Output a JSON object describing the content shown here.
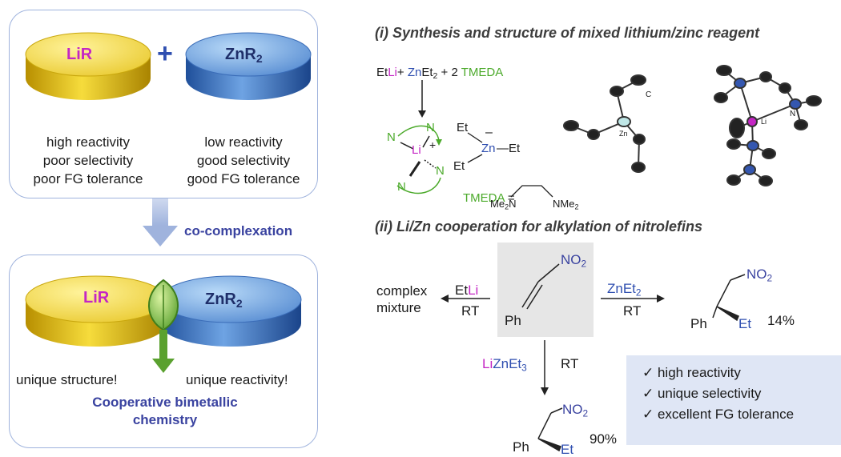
{
  "colors": {
    "li": "#c426c4",
    "zn": "#2f4fb0",
    "tmeda": "#4caa2b",
    "panel_border": "#9fb3dd",
    "accent_text": "#3a43a0",
    "gold": "#e9cc2a",
    "blue_disc": "#4f82c8",
    "green_leaf": "#5aa12f",
    "gray_box": "#e6e6e6",
    "check_box": "#dfe6f5"
  },
  "left_panel": {
    "top": {
      "disc_left": {
        "formula_main": "LiR",
        "formula_sub": ""
      },
      "plus": "+",
      "disc_right": {
        "formula_main": "ZnR",
        "formula_sub": "2"
      },
      "left_props": [
        "high reactivity",
        "poor selectivity",
        "poor FG tolerance"
      ],
      "right_props": [
        "low reactivity",
        "good selectivity",
        "good FG tolerance"
      ]
    },
    "arrow_label": "co-complexation",
    "bottom": {
      "disc_left": {
        "formula_main": "LiR",
        "formula_sub": ""
      },
      "disc_right": {
        "formula_main": "ZnR",
        "formula_sub": "2"
      },
      "left_caption": "unique structure!",
      "right_caption": "unique reactivity!",
      "conclusion_line1": "Cooperative bimetallic",
      "conclusion_line2": "chemistry"
    }
  },
  "section_i": {
    "title": "(i) Synthesis and structure of mixed lithium/zinc reagent",
    "reaction": {
      "et": "Et",
      "li": "Li",
      "plus1": "+ ",
      "zn": "Zn",
      "et2": "Et",
      "sub2": "2",
      "plus2": " + 2 ",
      "tmeda": "TMEDA"
    },
    "complex": {
      "n1": "N",
      "n2": "N",
      "n3": "N",
      "n4": "N",
      "li": "Li",
      "plus": "+",
      "et_top": "Et",
      "minus": "–",
      "zn": "Zn",
      "et_right": "—Et",
      "et_bottom": "Et"
    },
    "tmeda_def": {
      "label": "TMEDA",
      "eq": " = ",
      "left": "Me",
      "left_sub": "2",
      "left_n": "N",
      "right": "NMe",
      "right_sub": "2"
    },
    "crystal_labels": {
      "c": "C",
      "zn": "Zn",
      "li": "Li",
      "n": "N"
    }
  },
  "section_ii": {
    "title": "(ii) Li/Zn cooperation for alkylation of nitrolefins",
    "substrate": {
      "no2": "NO",
      "no2_sub": "2",
      "ph": "Ph"
    },
    "left_reaction": {
      "reagent_et": "Et",
      "reagent_li": "Li",
      "cond": "RT",
      "product_line1": "complex",
      "product_line2": "mixture"
    },
    "right_reaction": {
      "reagent": "ZnEt",
      "reagent_sub": "2",
      "cond": "RT",
      "no2": "NO",
      "no2_sub": "2",
      "ph": "Ph",
      "et": "Et",
      "yield": "14%"
    },
    "down_reaction": {
      "reagent_li": "Li",
      "reagent_zn": "ZnEt",
      "reagent_sub": "3",
      "cond": "RT",
      "no2": "NO",
      "no2_sub": "2",
      "ph": "Ph",
      "et": "Et",
      "yield": "90%"
    },
    "advantages": [
      "✓  high reactivity",
      "✓  unique selectivity",
      "✓  excellent  FG tolerance"
    ]
  }
}
